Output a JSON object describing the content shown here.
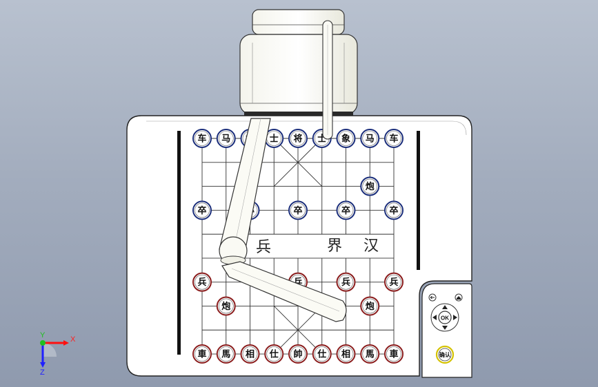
{
  "colors": {
    "background": "#a3adbe",
    "black_piece_ring": "#1a2d7a",
    "red_piece_ring": "#8a1c1c",
    "confirm_ring": "#d4c200",
    "axis_x": "#ff1010",
    "axis_y": "#20c020",
    "axis_z": "#2020ff"
  },
  "board": {
    "river_chars": [
      "兵",
      "界",
      "汉"
    ]
  },
  "pieces": {
    "black": [
      {
        "label": "车",
        "col": 0,
        "row": 0
      },
      {
        "label": "马",
        "col": 1,
        "row": 0
      },
      {
        "label": "象",
        "col": 2,
        "row": 0
      },
      {
        "label": "士",
        "col": 3,
        "row": 0
      },
      {
        "label": "将",
        "col": 4,
        "row": 0
      },
      {
        "label": "士",
        "col": 5,
        "row": 0
      },
      {
        "label": "象",
        "col": 6,
        "row": 0
      },
      {
        "label": "马",
        "col": 7,
        "row": 0
      },
      {
        "label": "车",
        "col": 8,
        "row": 0
      },
      {
        "label": "炮",
        "col": 7,
        "row": 2
      },
      {
        "label": "卒",
        "col": 0,
        "row": 3
      },
      {
        "label": "卒",
        "col": 2,
        "row": 3
      },
      {
        "label": "卒",
        "col": 4,
        "row": 3
      },
      {
        "label": "卒",
        "col": 6,
        "row": 3
      },
      {
        "label": "卒",
        "col": 8,
        "row": 3
      }
    ],
    "red": [
      {
        "label": "兵",
        "col": 0,
        "row": 6
      },
      {
        "label": "兵",
        "col": 4,
        "row": 6
      },
      {
        "label": "兵",
        "col": 6,
        "row": 6
      },
      {
        "label": "兵",
        "col": 8,
        "row": 6
      },
      {
        "label": "炮",
        "col": 1,
        "row": 7
      },
      {
        "label": "炮",
        "col": 7,
        "row": 7
      },
      {
        "label": "車",
        "col": 0,
        "row": 9
      },
      {
        "label": "馬",
        "col": 1,
        "row": 9
      },
      {
        "label": "相",
        "col": 2,
        "row": 9
      },
      {
        "label": "仕",
        "col": 3,
        "row": 9
      },
      {
        "label": "帥",
        "col": 4,
        "row": 9
      },
      {
        "label": "仕",
        "col": 5,
        "row": 9
      },
      {
        "label": "相",
        "col": 6,
        "row": 9
      },
      {
        "label": "馬",
        "col": 7,
        "row": 9
      },
      {
        "label": "車",
        "col": 8,
        "row": 9
      }
    ]
  },
  "controls": {
    "ok_label": "OK",
    "confirm_label": "确认",
    "back_icon": "back-arrow-icon",
    "home_icon": "home-icon"
  },
  "axes": {
    "x_label": "X",
    "y_label": "Y",
    "z_label": "Z"
  }
}
